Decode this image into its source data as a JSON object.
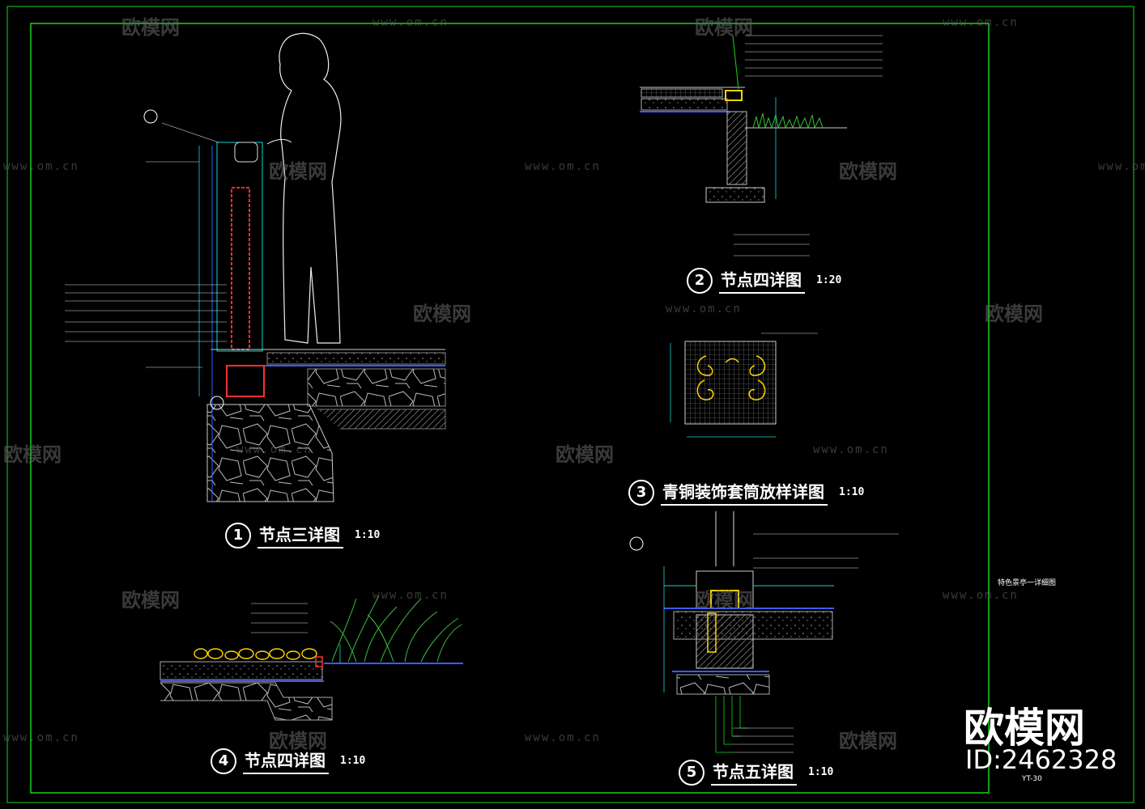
{
  "details": [
    {
      "num": "1",
      "title": "节点三详图",
      "scale": "1:10"
    },
    {
      "num": "2",
      "title": "节点四详图",
      "scale": "1:20"
    },
    {
      "num": "3",
      "title": "青铜装饰套筒放样详图",
      "scale": "1:10"
    },
    {
      "num": "4",
      "title": "节点四详图",
      "scale": "1:10"
    },
    {
      "num": "5",
      "title": "节点五详图",
      "scale": "1:10"
    }
  ],
  "watermark": {
    "brand": "欧模网",
    "url": "www.om.cn",
    "id": "ID:2462328"
  },
  "side_note": "特色景亭一详细图",
  "sheet_no": "YT-30",
  "colors": {
    "frame": "#19d21c",
    "hatch": "#c8c8c8",
    "rebar": "#ff3030",
    "ground": "#3b5bff",
    "grass": "#3bbf3b",
    "bronze": "#ffd400",
    "dim": "#18d2d2"
  }
}
